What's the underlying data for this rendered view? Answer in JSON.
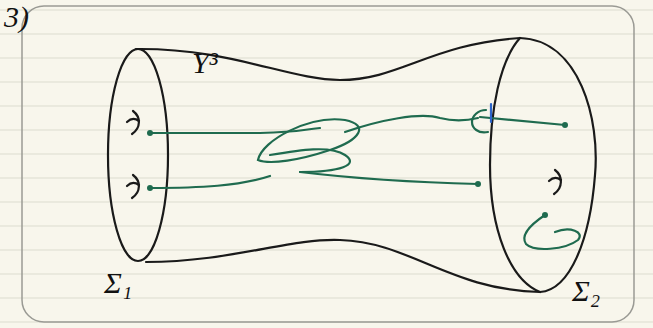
{
  "diagram": {
    "labels": [
      "3)",
      "Y³",
      "Σ₁",
      "Σ₂"
    ]
  }
}
